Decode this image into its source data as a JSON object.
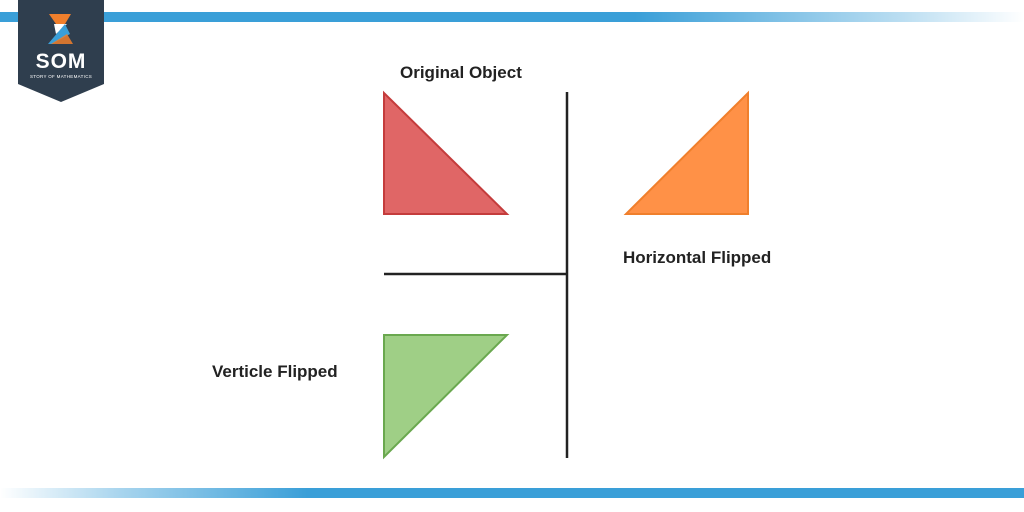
{
  "logo": {
    "brand": "SOM",
    "tagline": "STORY OF MATHEMATICS",
    "badge_color": "#2f3e4e",
    "accent_colors": [
      "#f07f2c",
      "#3a9fd8"
    ]
  },
  "labels": {
    "original": "Original Object",
    "horizontal": "Horizontal Flipped",
    "vertical": "Verticle Flipped"
  },
  "colors": {
    "original_fill": "#e06666",
    "original_stroke": "#c43c3c",
    "horizontal_fill": "#ff9147",
    "horizontal_stroke": "#f07f2c",
    "vertical_fill": "#9fcf86",
    "vertical_stroke": "#6aa84f",
    "axis": "#222222",
    "bars": "#3a9fd8"
  }
}
